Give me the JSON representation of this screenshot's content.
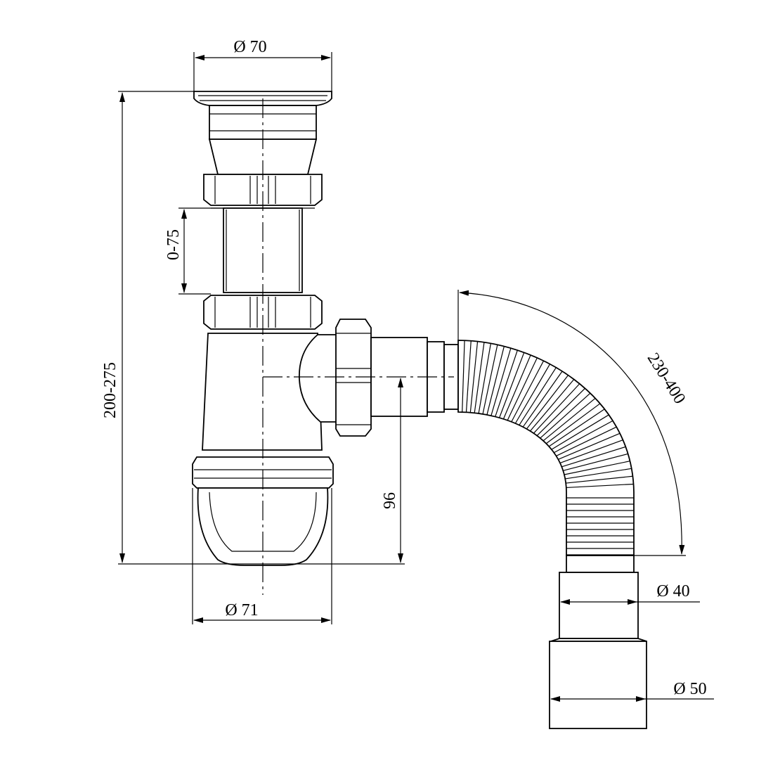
{
  "dimensions": {
    "top_outlet_diameter": "Ø 70",
    "bottom_cup_diameter": "Ø 71",
    "extension_range": "0-75",
    "total_height": "200-275",
    "outlet_height": "96",
    "hose_length": "230-400",
    "hose_outlet_diameter": "Ø 40",
    "hose_end_diameter": "Ø 50"
  },
  "colors": {
    "line": "#000000",
    "background": "#ffffff"
  }
}
